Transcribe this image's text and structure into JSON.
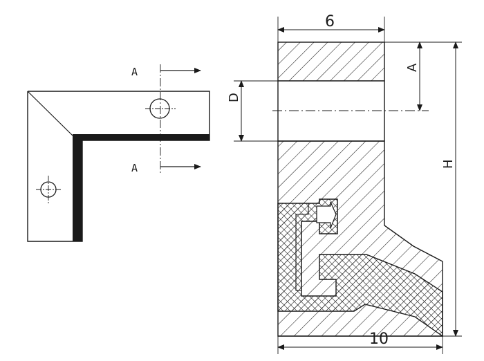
{
  "drawing": {
    "line_color": "#1a1a1a",
    "seal_fill": "#1a1a1a",
    "background": "#ffffff"
  },
  "labels": {
    "section_top": "A",
    "section_bottom": "A",
    "dim_top_width": "6",
    "dim_bottom_width": "10",
    "dim_left": "D",
    "dim_right_small": "A",
    "dim_right_total": "H"
  }
}
